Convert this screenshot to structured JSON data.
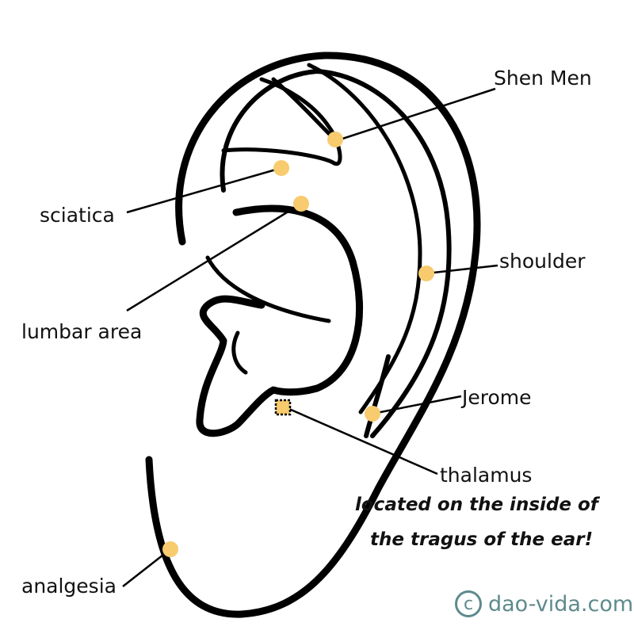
{
  "labels": {
    "shen_men": "Shen Men",
    "sciatica": "sciatica",
    "lumbar_area": "lumbar area",
    "shoulder": "shoulder",
    "jerome": "Jerome",
    "thalamus": "thalamus",
    "analgesia": "analgesia"
  },
  "note": {
    "line1": "located on the inside of",
    "line2": "the tragus of the ear!"
  },
  "brand": {
    "symbol": "c",
    "text": "dao-vida.com"
  },
  "colors": {
    "point": "#f7cb6e",
    "outline": "#000000",
    "brand": "#5e8a8c"
  }
}
